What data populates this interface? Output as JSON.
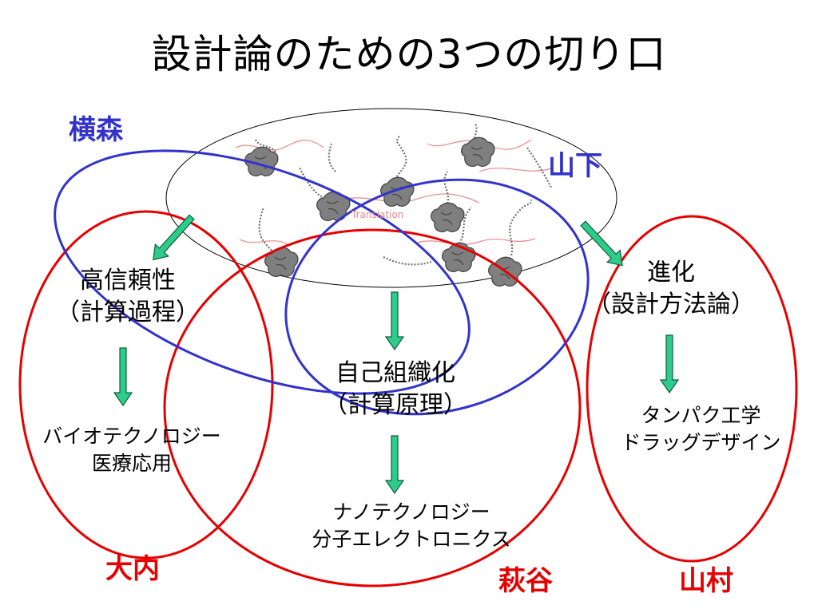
{
  "title": "設計論のための3つの切り口",
  "people": {
    "yokomori": "横森",
    "yamashita": "山下",
    "ouchi": "大内",
    "hagiya": "萩谷",
    "yamamura": "山村"
  },
  "image_caption": "Translation",
  "nodes": {
    "left_top": [
      "高信頼性",
      "（計算過程）"
    ],
    "left_bottom": [
      "バイオテクノロジー",
      "医療応用"
    ],
    "center_top": [
      "自己組織化",
      "（計算原理）"
    ],
    "center_bottom": [
      "ナノテクノロジー",
      "分子エレクトロニクス"
    ],
    "right_top": [
      "進化",
      "（設計方法論）"
    ],
    "right_bottom": [
      "タンパク工学",
      "ドラッグデザイン"
    ]
  },
  "colors": {
    "blue": "#3333cc",
    "red": "#e60000",
    "arrow_fill": "#2ecc8a",
    "arrow_stroke": "#0b5f3a"
  }
}
